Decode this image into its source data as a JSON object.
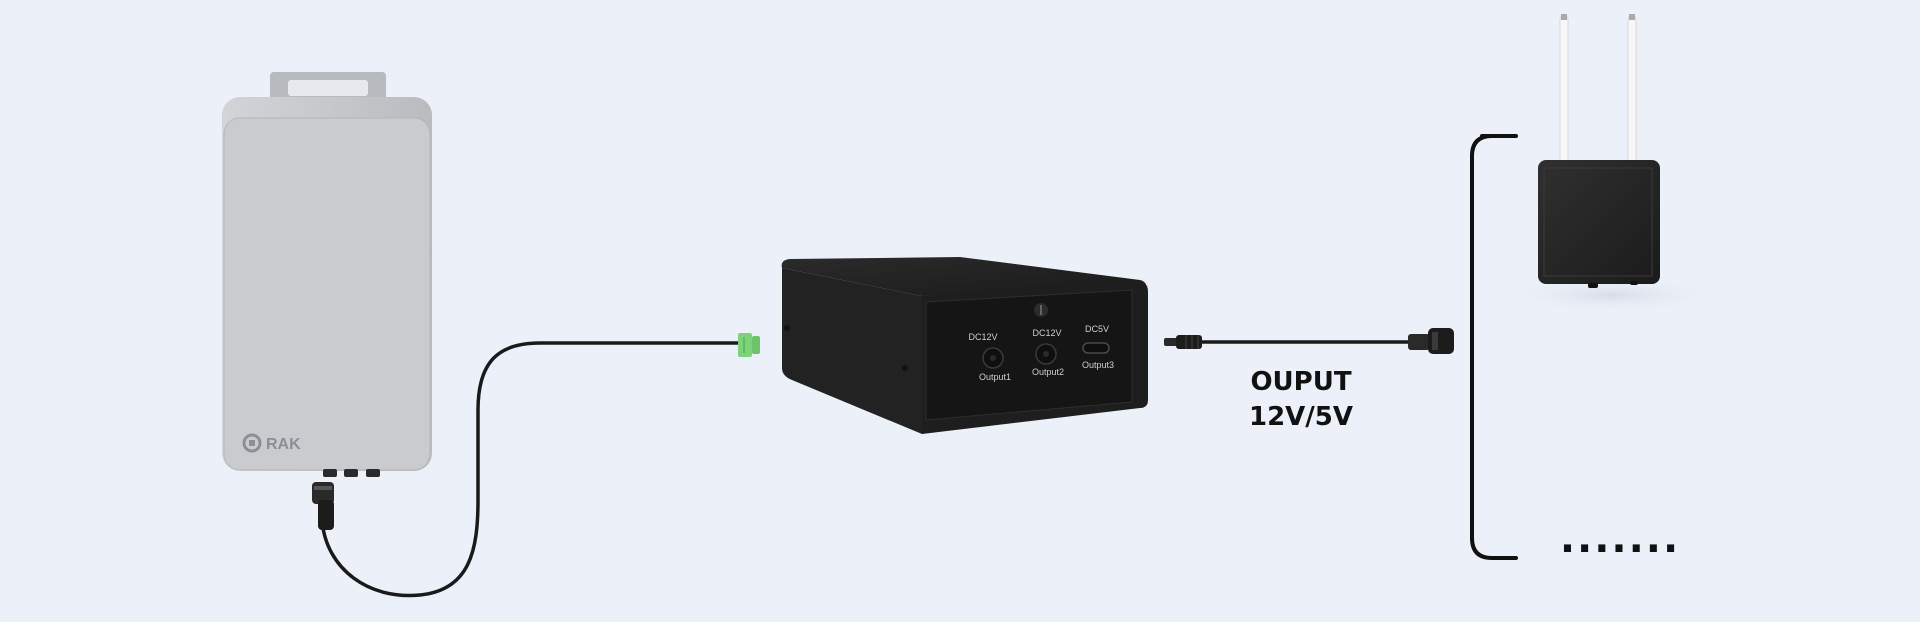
{
  "colors": {
    "background": "#ecf1f9",
    "gateway_body": "#c7c9cd",
    "box_body": "#1e1e1e",
    "cable": "#1a1a1a",
    "connector_green": "#7ed27a"
  },
  "gateway": {
    "brand_label": "RAK",
    "brand_icon": "rak-logo-icon"
  },
  "power_box": {
    "ports": [
      {
        "top_label": "DC12V",
        "bottom_label": "Output1"
      },
      {
        "top_label": "DC12V",
        "bottom_label": "Output2"
      },
      {
        "top_label": "DC5V",
        "bottom_label": "Output3"
      }
    ]
  },
  "output_label": {
    "line1": "OUPUT",
    "line2": "12V/5V"
  },
  "device_list": {
    "ellipsis": "·······"
  }
}
